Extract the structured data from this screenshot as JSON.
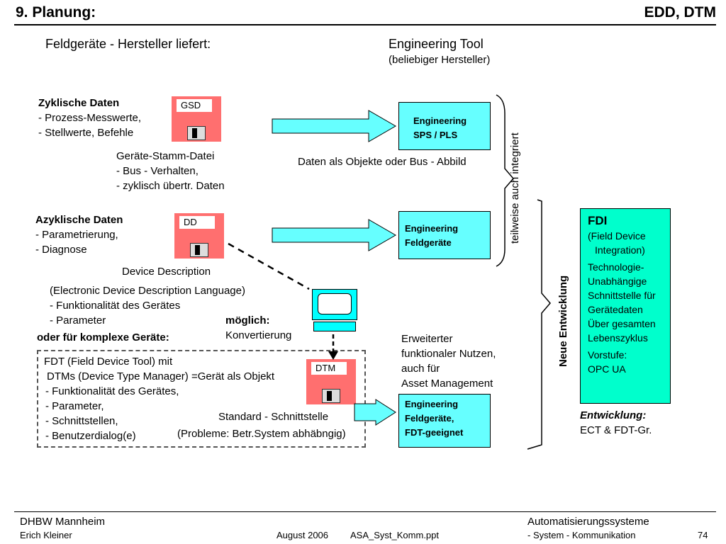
{
  "header": {
    "title": "9. Planung:",
    "topic": "EDD, DTM"
  },
  "columns": {
    "left": "Feldgeräte - Hersteller liefert:",
    "right": "Engineering Tool",
    "right_sub": "(beliebiger Hersteller)"
  },
  "cyclic": {
    "heading": "Zyklische Daten",
    "line1": "- Prozess-Messwerte,",
    "line2": "- Stellwerte, Befehle"
  },
  "gsd": {
    "label": "GSD",
    "title": "Geräte-Stamm-Datei",
    "line1": "- Bus - Verhalten,",
    "line2": "- zyklisch übertr.  Daten"
  },
  "arrow1_caption": "Daten als Objekte oder Bus - Abbild",
  "eng_sps": {
    "line1": "Engineering",
    "line2": "SPS / PLS"
  },
  "acyclic": {
    "heading": "Azyklische Daten",
    "line1": "- Parametrierung,",
    "line2": "- Diagnose"
  },
  "dd": {
    "label": "DD",
    "title": "Device Description"
  },
  "eng_feld": {
    "line1": "Engineering",
    "line2": "Feldgeräte"
  },
  "edd": {
    "line1": "(Electronic Device Description Language)",
    "line2": "- Funktionalität des Gerätes",
    "line3": "- Parameter"
  },
  "moeglich": {
    "line1": "möglich:",
    "line2": "Konvertierung"
  },
  "complex": "oder für komplexe Geräte:",
  "fdt": {
    "line1": "FDT (Field Device Tool) mit",
    "line2": "DTMs (Device Type Manager) =Gerät als Objekt",
    "line3": "- Funktionalität des Gerätes,",
    "line4": "- Parameter,",
    "line5": "- Schnittstellen,",
    "line6": "- Benutzerdialog(e)"
  },
  "dtm": {
    "label": "DTM"
  },
  "standard": "Standard - Schnittstelle",
  "probleme": "(Probleme: Betr.System abhäbngig)",
  "erweitert": {
    "line1": "Erweiterter",
    "line2": "funktionaler Nutzen,",
    "line3": "auch für",
    "line4": "Asset Management"
  },
  "eng_fdt": {
    "line1": "Engineering",
    "line2": "Feldgeräte,",
    "line3": "FDT-geeignet"
  },
  "teilweise": "teilweise auch integriert",
  "neue": "Neue Entwicklung",
  "fdi": {
    "title": "FDI",
    "line1": "(Field Device",
    "line2": "Integration)",
    "line3": "Technologie-",
    "line4": "Unabhängige",
    "line5": "Schnittstelle für",
    "line6": "Gerätedaten",
    "line7": "Über gesamten",
    "line8": "Lebenszyklus",
    "line9": "Vorstufe:",
    "line10": "OPC UA"
  },
  "entwicklung": {
    "title": "Entwicklung:",
    "line1": "ECT & FDT-Gr."
  },
  "footer": {
    "org": "DHBW  Mannheim",
    "author": "Erich Kleiner",
    "date": "August 2006",
    "file": "ASA_Syst_Komm.ppt",
    "course": "Automatisierungssysteme",
    "topic": "- System - Kommunikation",
    "page": "74"
  },
  "colors": {
    "disk": "#ff6f6f",
    "cyan": "#66ffff",
    "fdi": "#00ffcc"
  }
}
